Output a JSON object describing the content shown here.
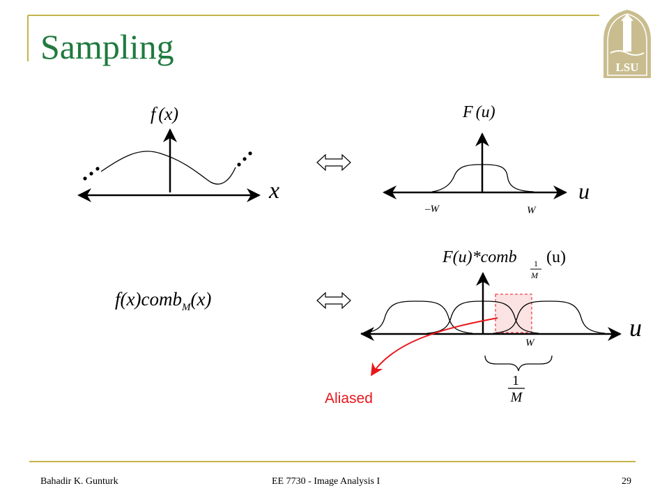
{
  "slide": {
    "title": "Sampling",
    "footer": {
      "author": "Bahadir K. Gunturk",
      "course": "EE 7730 - Image Analysis I",
      "page": "29"
    },
    "logo": {
      "text": "LSU",
      "color": "#c9bd8f"
    },
    "accent_color": "#c4b34a",
    "title_color": "#1f7a3e"
  },
  "panel_fx": {
    "f_label": "f",
    "x_paren": "(x)",
    "axis_label": "x",
    "ellipsis": "..."
  },
  "panel_Fu": {
    "F_label": "F",
    "u_paren": "(u)",
    "axis_label": "u",
    "neg_w": "–W",
    "pos_w": "W"
  },
  "panel_sampled": {
    "expr_left": "f(x)comb",
    "sub": "M",
    "expr_right": "(x)"
  },
  "panel_Fconv": {
    "expr_left": "F(u)*comb",
    "frac_num": "1",
    "frac_den": "M",
    "expr_right": "(u)",
    "axis_label": "u",
    "w_label": "W",
    "period_num": "1",
    "period_den": "M",
    "aliased_label": "Aliased",
    "alias_color": "#e8161b",
    "alias_fill": "#fbe3e3"
  },
  "arrows": {
    "equivalence_symbol": "⟺"
  }
}
